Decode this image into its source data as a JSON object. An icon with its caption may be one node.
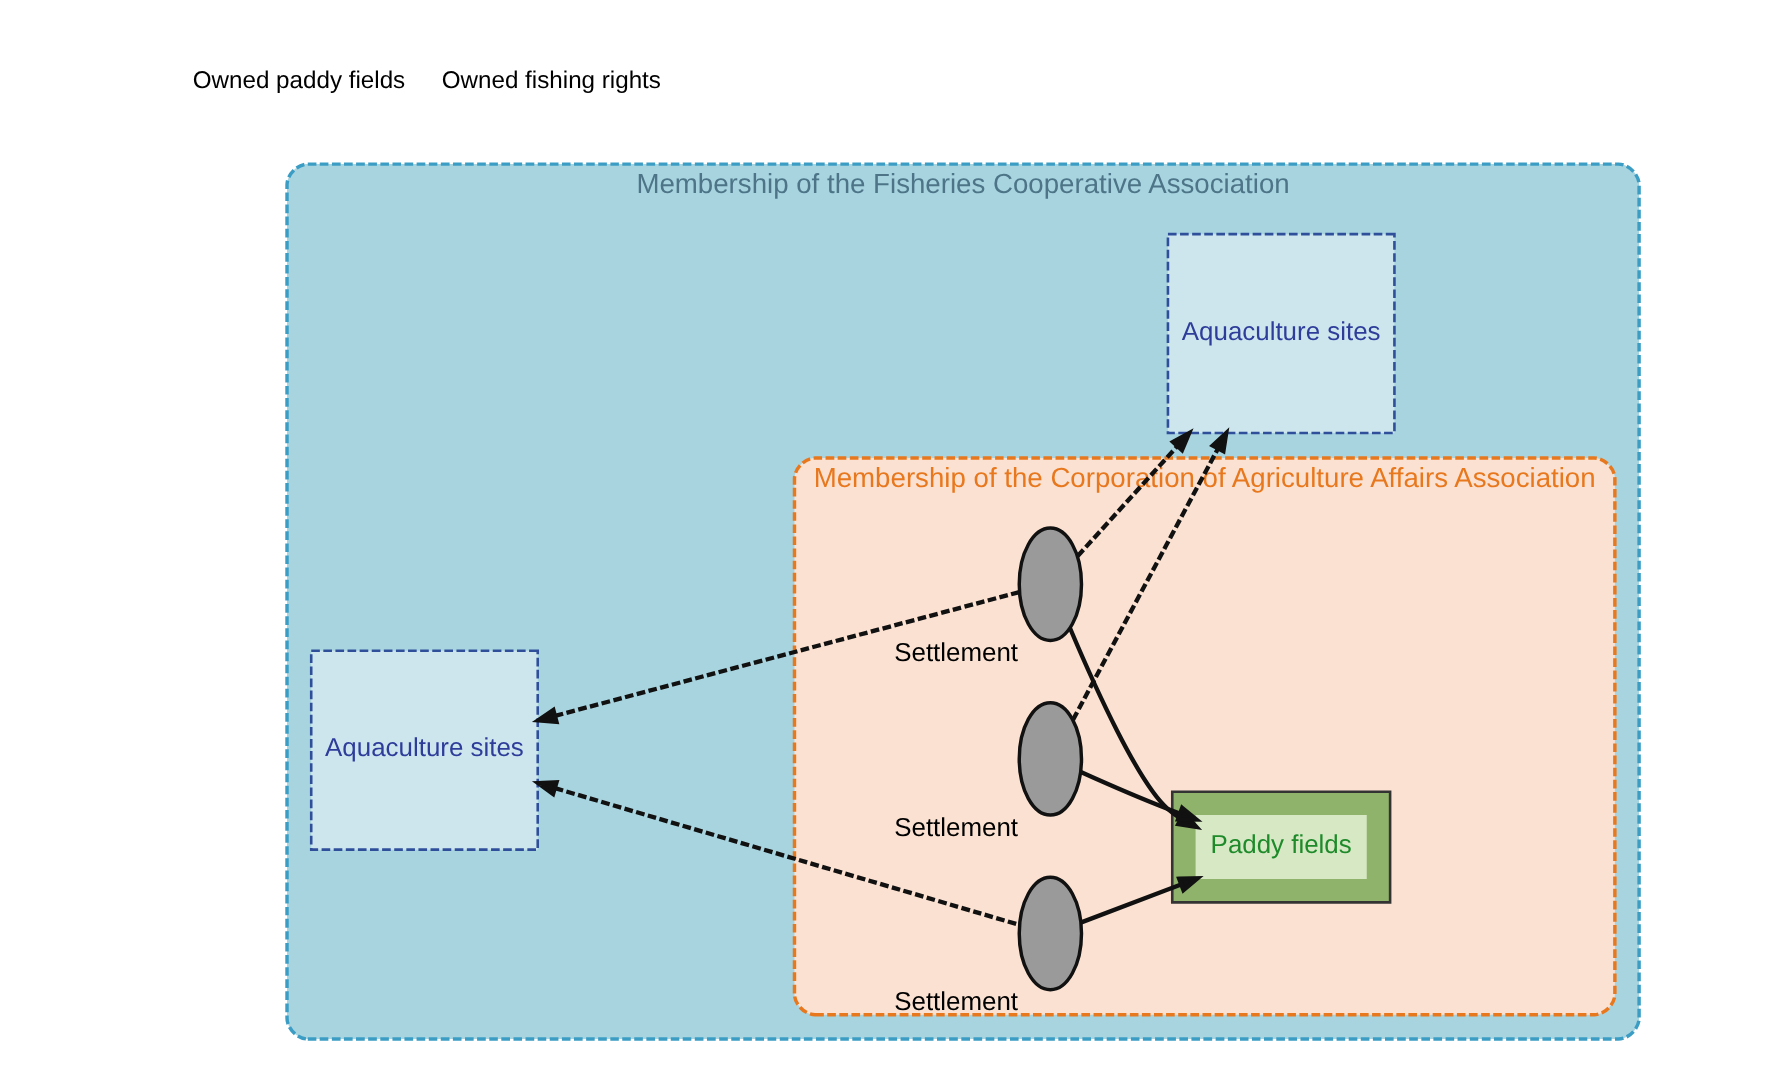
{
  "diagram": {
    "nodes": [
      {
        "text": [
          "Membership of the Fisheries Cooperative Association"
        ]
      },
      {
        "text": [
          "Membership of the Corporation of Agriculture Affairs Association"
        ],
        "in": 0
      },
      {
        "text": [
          "Aquaculture sites"
        ],
        "in": 0
      },
      {
        "text": [],
        "shape": "ellipse",
        "beside": [
          "Settlement"
        ],
        "in": 1
      },
      {
        "text": [],
        "shape": "box",
        "in": 1
      },
      {
        "text": [
          "Paddy fields"
        ],
        "in": 4
      },
      {
        "text": [],
        "shape": "ellipse",
        "beside": [
          "Settlement"
        ],
        "in": 1
      },
      {
        "text": [],
        "shape": "ellipse",
        "beside": [
          "Settlement"
        ],
        "in": 1
      },
      {
        "text": [
          "Aquaculture sites"
        ],
        "in": 0
      }
    ],
    "edges": [
      {
        "from": 3,
        "to": 5,
        "arrow": "to"
      },
      {
        "from": 3,
        "to": 2,
        "arrow": "to",
        "style": "dashed"
      },
      {
        "from": 3,
        "to": 8,
        "arrow": "to",
        "style": "dashed"
      },
      {
        "from": 6,
        "to": 5,
        "arrow": "to"
      },
      {
        "from": 6,
        "to": 2,
        "arrow": "to",
        "style": "dashed"
      },
      {
        "from": 7,
        "to": 5,
        "arrow": "to"
      },
      {
        "from": 7,
        "to": 8,
        "arrow": "to",
        "style": "dashed"
      }
    ],
    "legend": [
      {
        "text": "Owned paddy fields"
      },
      {
        "text": "Owned fishing rights"
      }
    ]
  }
}
